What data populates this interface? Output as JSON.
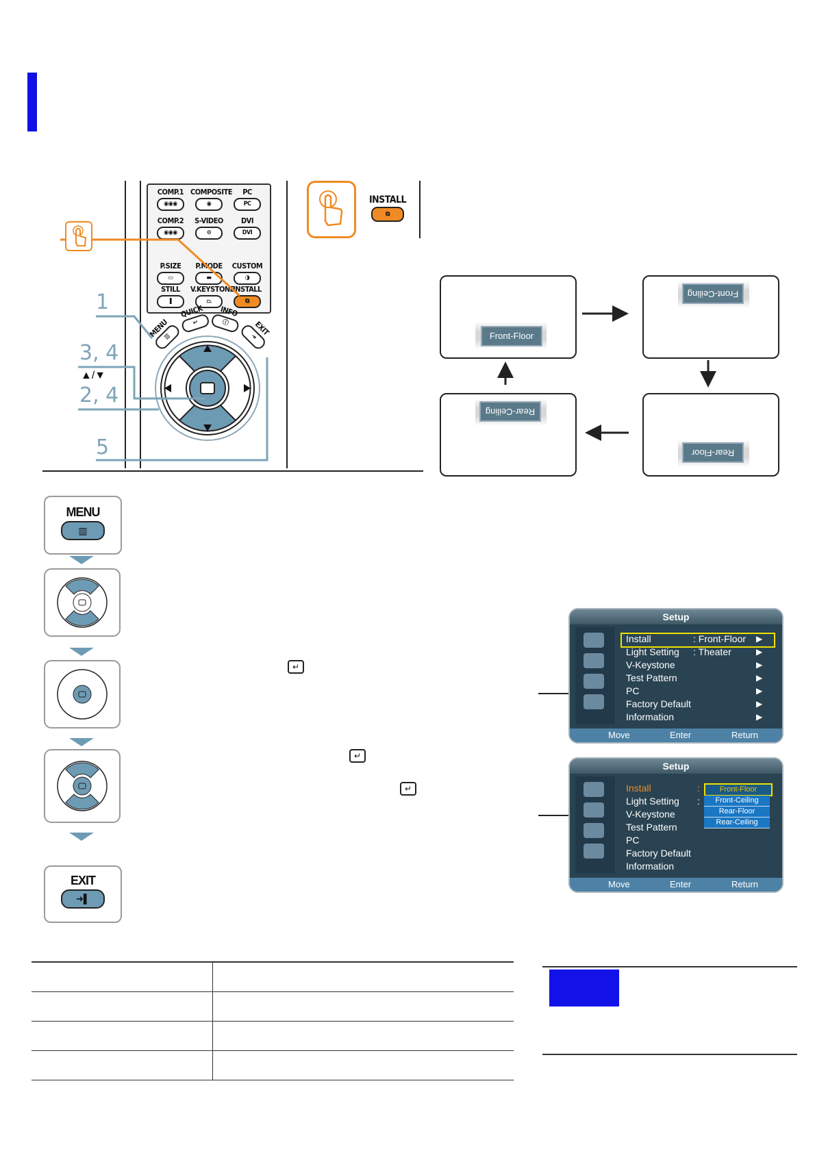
{
  "remote": {
    "buttons": [
      {
        "label": "COMP.1",
        "cap": "◉◉◉"
      },
      {
        "label": "COMPOSITE",
        "cap": "◉"
      },
      {
        "label": "PC",
        "cap": "PC"
      },
      {
        "label": "COMP.2",
        "cap": "◉◉◉"
      },
      {
        "label": "S-VIDEO",
        "cap": "⊖"
      },
      {
        "label": "DVI",
        "cap": "DVI"
      },
      {
        "label": "P.SIZE",
        "cap": "▭"
      },
      {
        "label": "P.MODE",
        "cap": "▬"
      },
      {
        "label": "CUSTOM",
        "cap": "◑"
      },
      {
        "label": "STILL",
        "cap": "❚"
      },
      {
        "label": "V.KEYSTONE",
        "cap": "⏢"
      },
      {
        "label": "INSTALL",
        "cap": "⧉"
      }
    ],
    "upper": [
      {
        "label": "MENU",
        "cap": "▥"
      },
      {
        "label": "QUICK",
        "cap": "↩"
      },
      {
        "label": "INFO",
        "cap": "ⓘ"
      },
      {
        "label": "EXIT",
        "cap": "⇥"
      }
    ]
  },
  "step_labels": {
    "s1": "1",
    "s34": "3, 4",
    "arrows": "▲/▼",
    "s24": "2, 4",
    "s5": "5"
  },
  "install_header": {
    "label": "INSTALL",
    "cap": "⧉"
  },
  "orientations": {
    "front_floor": "Front-Floor",
    "front_ceiling": "Front-Ceiling",
    "rear_floor": "Rear-Floor",
    "rear_ceiling": "Rear-Ceiling"
  },
  "steps": {
    "menu_label": "MENU",
    "menu_cap": "▥",
    "exit_label": "EXIT",
    "exit_cap": "➜▌",
    "enter_glyph": "↵"
  },
  "osd1": {
    "title": "Setup",
    "items": [
      "Install",
      "Light Setting",
      "V-Keystone",
      "Test Pattern",
      "PC",
      "Factory Default",
      "Information"
    ],
    "values": [
      ": Front-Floor",
      ": Theater",
      "",
      "",
      "",
      "",
      ""
    ],
    "footer": {
      "move": "Move",
      "enter": "Enter",
      "return": "Return"
    }
  },
  "osd2": {
    "title": "Setup",
    "items": [
      "Install",
      "Light Setting",
      "V-Keystone",
      "Test Pattern",
      "PC",
      "Factory Default",
      "Information"
    ],
    "colon": ":",
    "options": [
      "Front-Floor",
      "Front-Ceiling",
      "Rear-Floor",
      "Rear-Ceiling"
    ],
    "footer": {
      "move": "Move",
      "enter": "Enter",
      "return": "Return"
    }
  },
  "colors": {
    "accent_blue": "#1010e6",
    "orange": "#f08a24",
    "osd_bg": "#2a4352",
    "step_blue": "#7ea4b8"
  }
}
